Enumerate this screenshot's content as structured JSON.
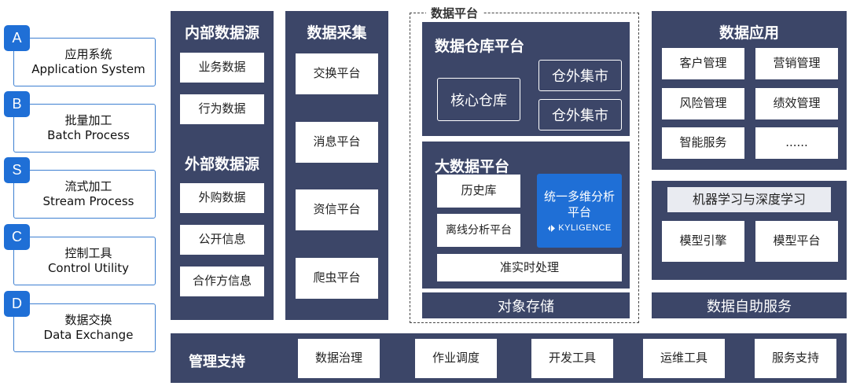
{
  "sidebar": {
    "items": [
      {
        "badge": "A",
        "cn": "应用系统",
        "en": "Application System"
      },
      {
        "badge": "B",
        "cn": "批量加工",
        "en": "Batch Process"
      },
      {
        "badge": "S",
        "cn": "流式加工",
        "en": "Stream Process"
      },
      {
        "badge": "C",
        "cn": "控制工具",
        "en": "Control Utility"
      },
      {
        "badge": "D",
        "cn": "数据交换",
        "en": "Data Exchange"
      }
    ]
  },
  "sources": {
    "internal_title": "内部数据源",
    "internal_items": [
      "业务数据",
      "行为数据"
    ],
    "external_title": "外部数据源",
    "external_items": [
      "外购数据",
      "公开信息",
      "合作方信息"
    ]
  },
  "collection": {
    "title": "数据采集",
    "items": [
      "交换平台",
      "消息平台",
      "资信平台",
      "爬虫平台"
    ]
  },
  "platform": {
    "label": "数据平台",
    "warehouse": {
      "title": "数据仓库平台",
      "core": "核心仓库",
      "marts": [
        "仓外集市",
        "仓外集市"
      ]
    },
    "bigdata": {
      "title": "大数据平台",
      "history": "历史库",
      "offline": "离线分析平台",
      "olap": "统一多维分析平台",
      "logo_text": "KYLIGENCE",
      "realtime": "准实时处理"
    },
    "storage": "对象存储"
  },
  "applications": {
    "title": "数据应用",
    "items": [
      "客户管理",
      "营销管理",
      "风险管理",
      "绩效管理",
      "智能服务",
      "......"
    ]
  },
  "ml": {
    "title": "机器学习与深度学习",
    "items": [
      "模型引擎",
      "模型平台"
    ]
  },
  "selfservice": "数据自助服务",
  "management": {
    "title": "管理支持",
    "items": [
      "数据治理",
      "作业调度",
      "开发工具",
      "运维工具",
      "服务支持"
    ]
  }
}
